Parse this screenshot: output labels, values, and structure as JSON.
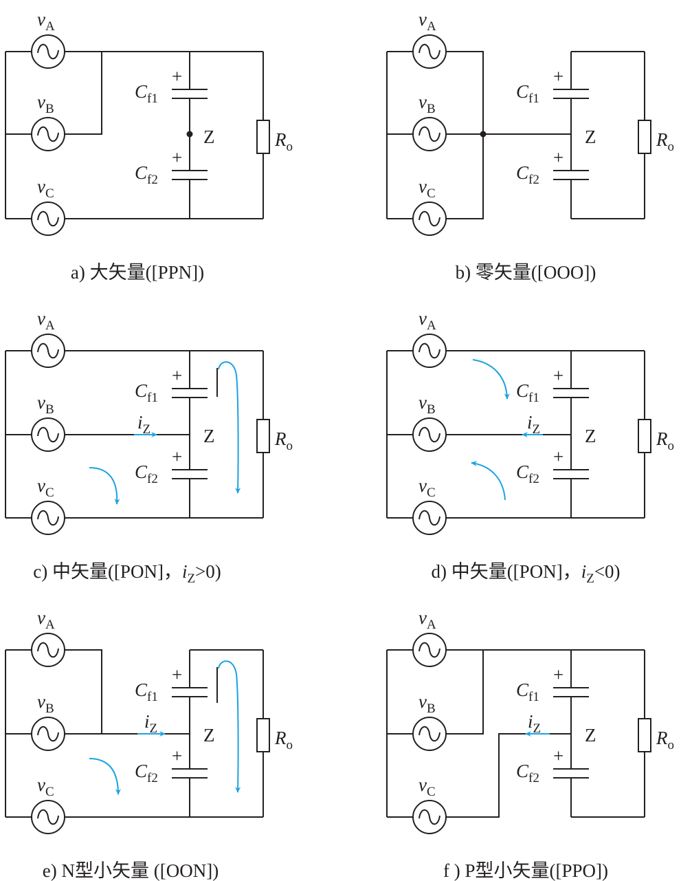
{
  "colors": {
    "wire": "#231f20",
    "current_arrow": "#1aa3e0"
  },
  "components": {
    "sources": [
      {
        "sym": "v",
        "sub": "A"
      },
      {
        "sym": "v",
        "sub": "B"
      },
      {
        "sym": "v",
        "sub": "C"
      }
    ],
    "cap1": {
      "sym": "C",
      "sub": "f1"
    },
    "cap2": {
      "sym": "C",
      "sub": "f2"
    },
    "plus": "+",
    "node": "Z",
    "resistor": {
      "sym": "R",
      "sub": "o"
    },
    "current": {
      "sym": "i",
      "sub": "Z"
    }
  },
  "panels": [
    {
      "id": "a",
      "caption": {
        "prefix": "a) 大矢量([PPN])",
        "var": "",
        "sub": "",
        "suffix": ""
      }
    },
    {
      "id": "b",
      "caption": {
        "prefix": "b) 零矢量([OOO])",
        "var": "",
        "sub": "",
        "suffix": ""
      }
    },
    {
      "id": "c",
      "caption": {
        "prefix": "c) 中矢量([PON]，",
        "var": "i",
        "sub": "Z",
        "suffix": ">0)"
      }
    },
    {
      "id": "d",
      "caption": {
        "prefix": "d) 中矢量([PON]，",
        "var": "i",
        "sub": "Z",
        "suffix": "<0)"
      }
    },
    {
      "id": "e",
      "caption": {
        "prefix": "e) N型小矢量 ([OON])",
        "var": "",
        "sub": "",
        "suffix": ""
      }
    },
    {
      "id": "f",
      "caption": {
        "prefix": "f ) P型小矢量([PPO])",
        "var": "",
        "sub": "",
        "suffix": ""
      }
    }
  ]
}
